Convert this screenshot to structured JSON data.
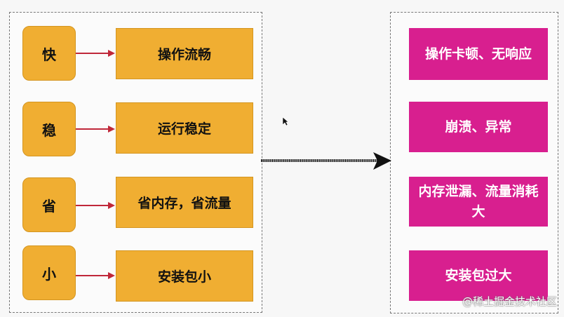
{
  "left": {
    "items": [
      {
        "key": "快",
        "desc": "操作流畅"
      },
      {
        "key": "稳",
        "desc": "运行稳定"
      },
      {
        "key": "省",
        "desc": "省内存，省流量"
      },
      {
        "key": "小",
        "desc": "安装包小"
      }
    ]
  },
  "right": {
    "items": [
      {
        "label": "操作卡顿、无响应"
      },
      {
        "label": "崩溃、异常"
      },
      {
        "label": "内存泄漏、流量消耗大"
      },
      {
        "label": "安装包过大"
      }
    ]
  },
  "colors": {
    "orange": "#f0ae32",
    "magenta": "#d81f8f",
    "link": "#c0283a",
    "arrow": "#111111"
  },
  "icons": {
    "cursor": "mouse-pointer-icon"
  },
  "watermark": "@稀土掘金技术社区"
}
